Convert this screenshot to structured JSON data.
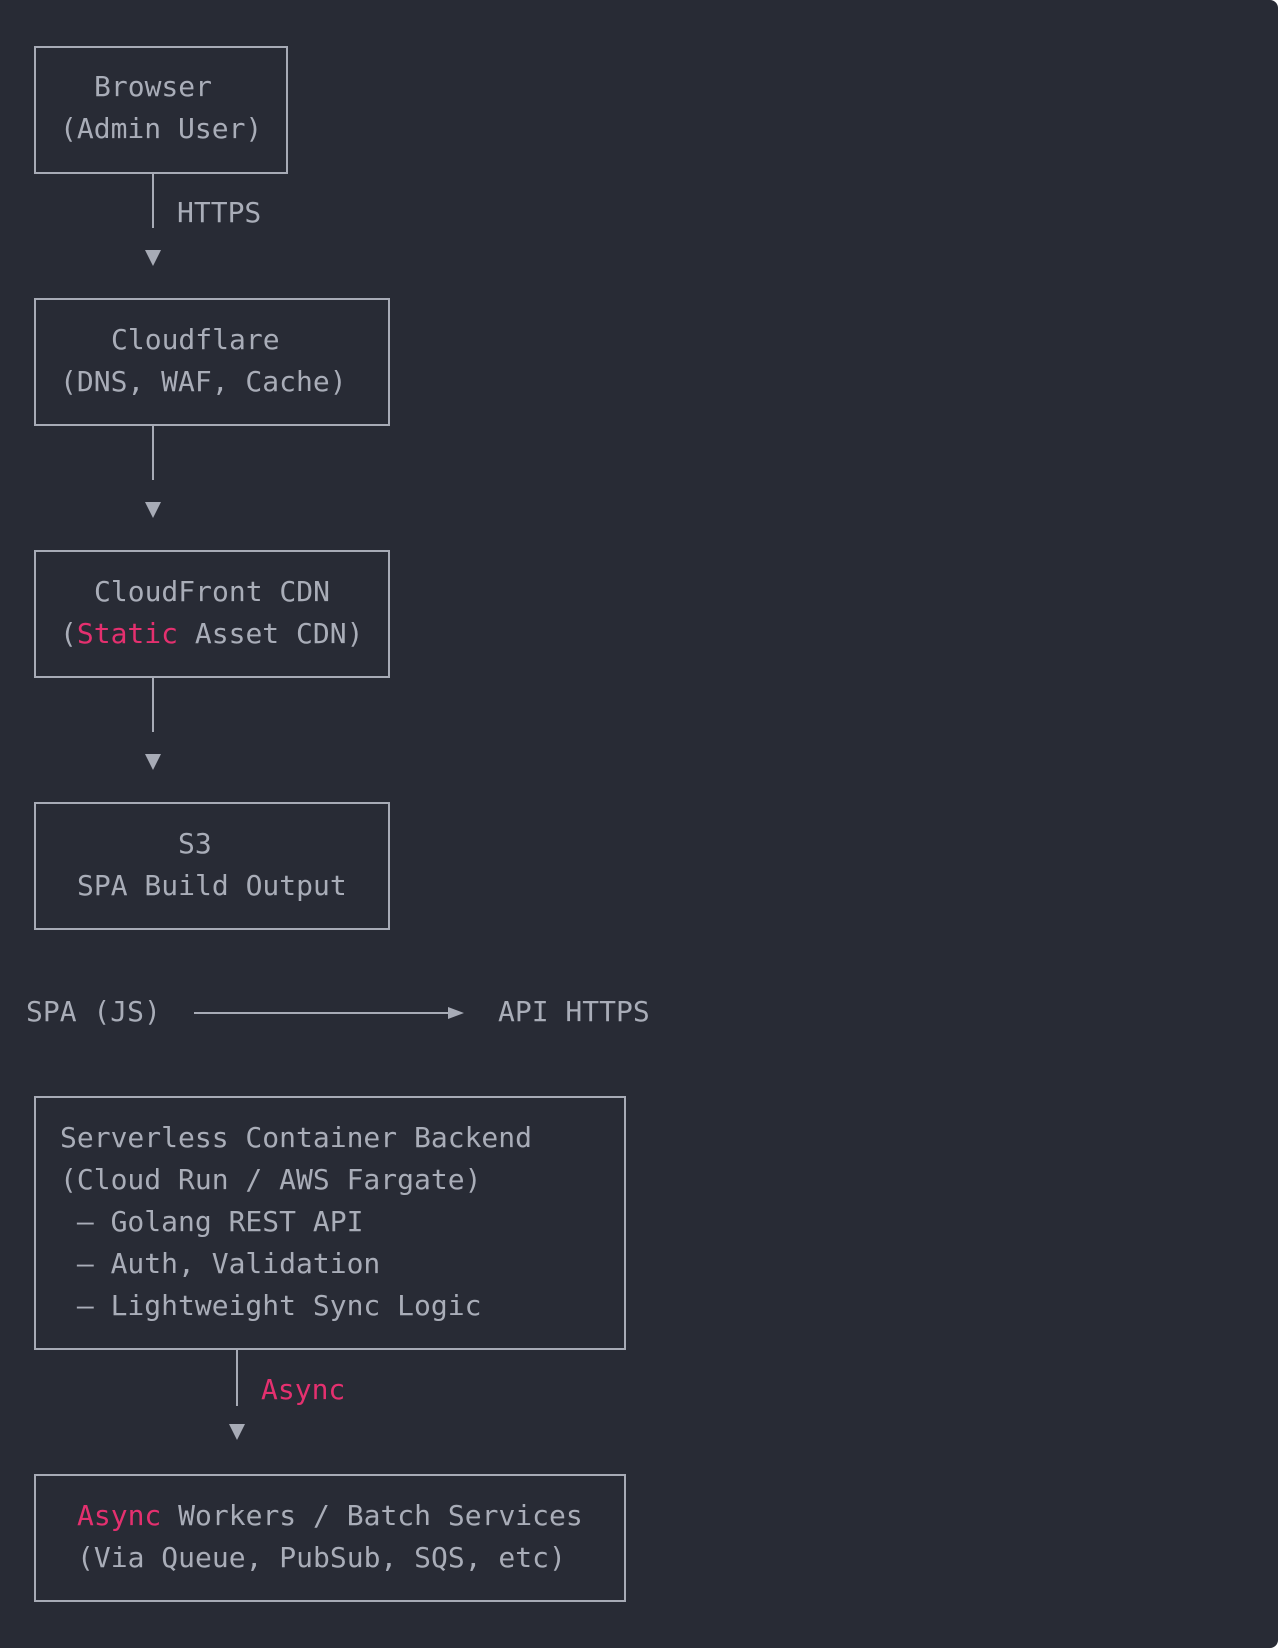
{
  "colors": {
    "background": "#282b35",
    "text": "#a9adb8",
    "stroke": "#a7abb6",
    "accent": "#e4306f"
  },
  "nodes": {
    "browser": {
      "title": "Browser",
      "subtitle": "(Admin User)"
    },
    "cloudflare": {
      "title": "Cloudflare",
      "subtitle": "(DNS, WAF, Cache)"
    },
    "cloudfront": {
      "title": "CloudFront CDN",
      "subtitle_open": "(",
      "subtitle_accent": "Static",
      "subtitle_rest": " Asset CDN)"
    },
    "s3": {
      "title": "S3",
      "subtitle": "SPA Build Output"
    },
    "backend": {
      "line1": "Serverless Container Backend",
      "line2": "(Cloud Run / AWS Fargate)",
      "line3": " – Golang REST API",
      "line4": " – Auth, Validation",
      "line5": " – Lightweight Sync Logic"
    },
    "workers": {
      "line1_accent": "Async",
      "line1_rest": " Workers / Batch Services",
      "line2": "(Via Queue, PubSub, SQS, etc)"
    }
  },
  "edges": {
    "browser_to_cloudflare": "HTTPS",
    "backend_to_workers": "Async",
    "spa_source": "SPA (JS)",
    "spa_target": "API HTTPS"
  }
}
